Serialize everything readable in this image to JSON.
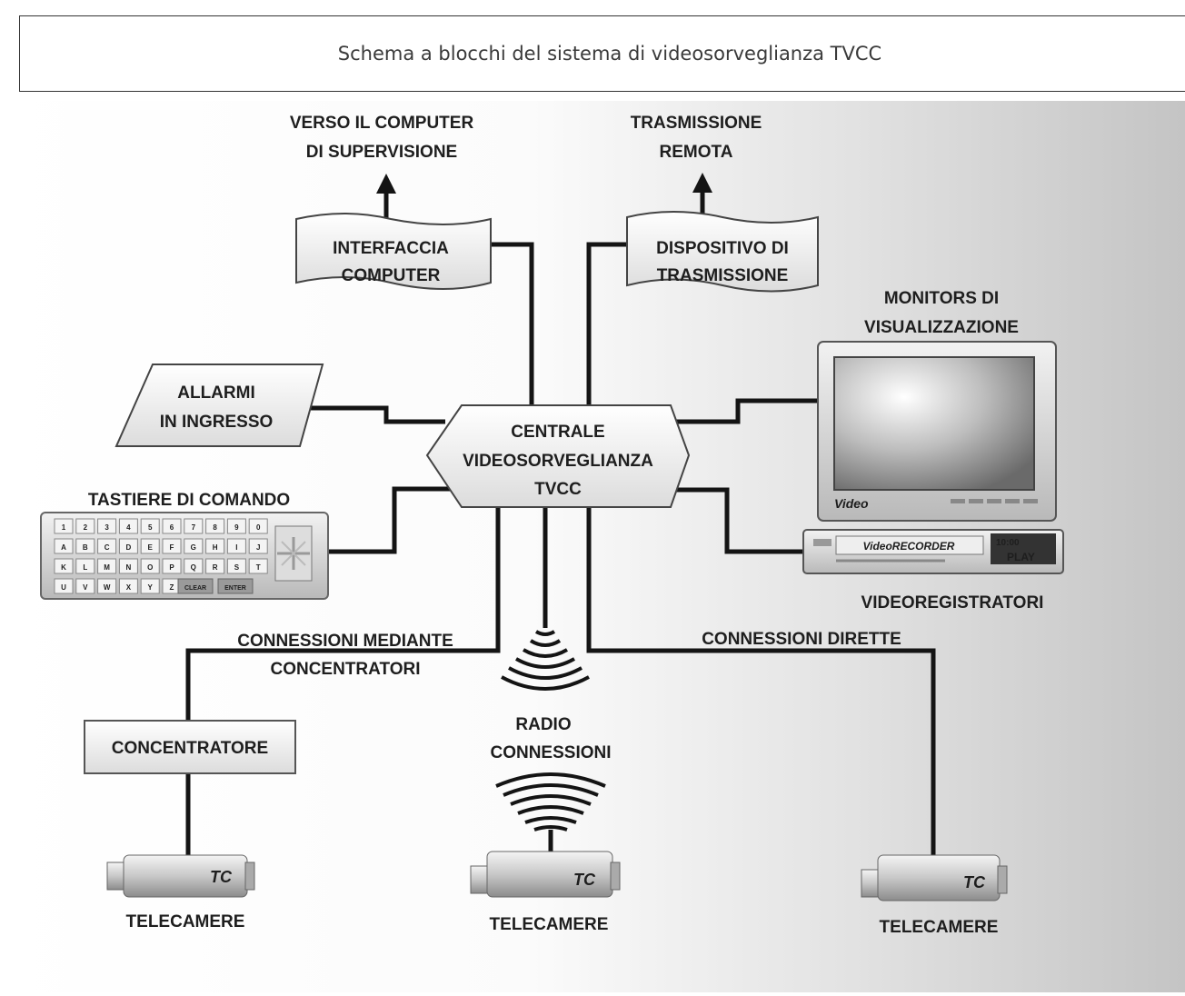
{
  "caption": "Schema a blocchi del sistema di videosorveglianza TVCC",
  "colors": {
    "line": "#141414",
    "box_fill": "#f4f4f4",
    "background_light": "#ffffff",
    "background_dark": "#c8c8c8"
  },
  "labels": {
    "supervisor_line1": "VERSO IL COMPUTER",
    "supervisor_line2": "DI SUPERVISIONE",
    "remote_line1": "TRASMISSIONE",
    "remote_line2": "REMOTA",
    "interface_line1": "INTERFACCIA",
    "interface_line2": "COMPUTER",
    "transmit_line1": "DISPOSITIVO DI",
    "transmit_line2": "TRASMISSIONE",
    "monitors_line1": "MONITORS DI",
    "monitors_line2": "VISUALIZZAZIONE",
    "alarms_line1": "ALLARMI",
    "alarms_line2": "IN INGRESSO",
    "central_line1": "CENTRALE",
    "central_line2": "VIDEOSORVEGLIANZA",
    "central_line3": "TVCC",
    "keyboards": "TASTIERE DI COMANDO",
    "recorders": "VIDEOREGISTRATORI",
    "hub_conn_line1": "CONNESSIONI MEDIANTE",
    "hub_conn_line2": "CONCENTRATORI",
    "direct_conn": "CONNESSIONI DIRETTE",
    "concentrator": "CONCENTRATORE",
    "radio_line1": "RADIO",
    "radio_line2": "CONNESSIONI",
    "camera_left": "TELECAMERE",
    "camera_center": "TELECAMERE",
    "camera_right": "TELECAMERE",
    "camera_tag": "TC",
    "monitor_brand": "Video",
    "vcr_brand": "VideoRECORDER",
    "vcr_time": "10:00",
    "vcr_play": "PLAY",
    "kb_clear": "CLEAR",
    "kb_enter": "ENTER"
  },
  "keyboard_keys": {
    "row1": [
      "1",
      "2",
      "3",
      "4",
      "5",
      "6",
      "7",
      "8",
      "9",
      "0"
    ],
    "row2": [
      "A",
      "B",
      "C",
      "D",
      "E",
      "F",
      "G",
      "H",
      "I",
      "J"
    ],
    "row3": [
      "K",
      "L",
      "M",
      "N",
      "O",
      "P",
      "Q",
      "R",
      "S",
      "T"
    ],
    "row4": [
      "U",
      "V",
      "W",
      "X",
      "Y",
      "Z"
    ]
  }
}
